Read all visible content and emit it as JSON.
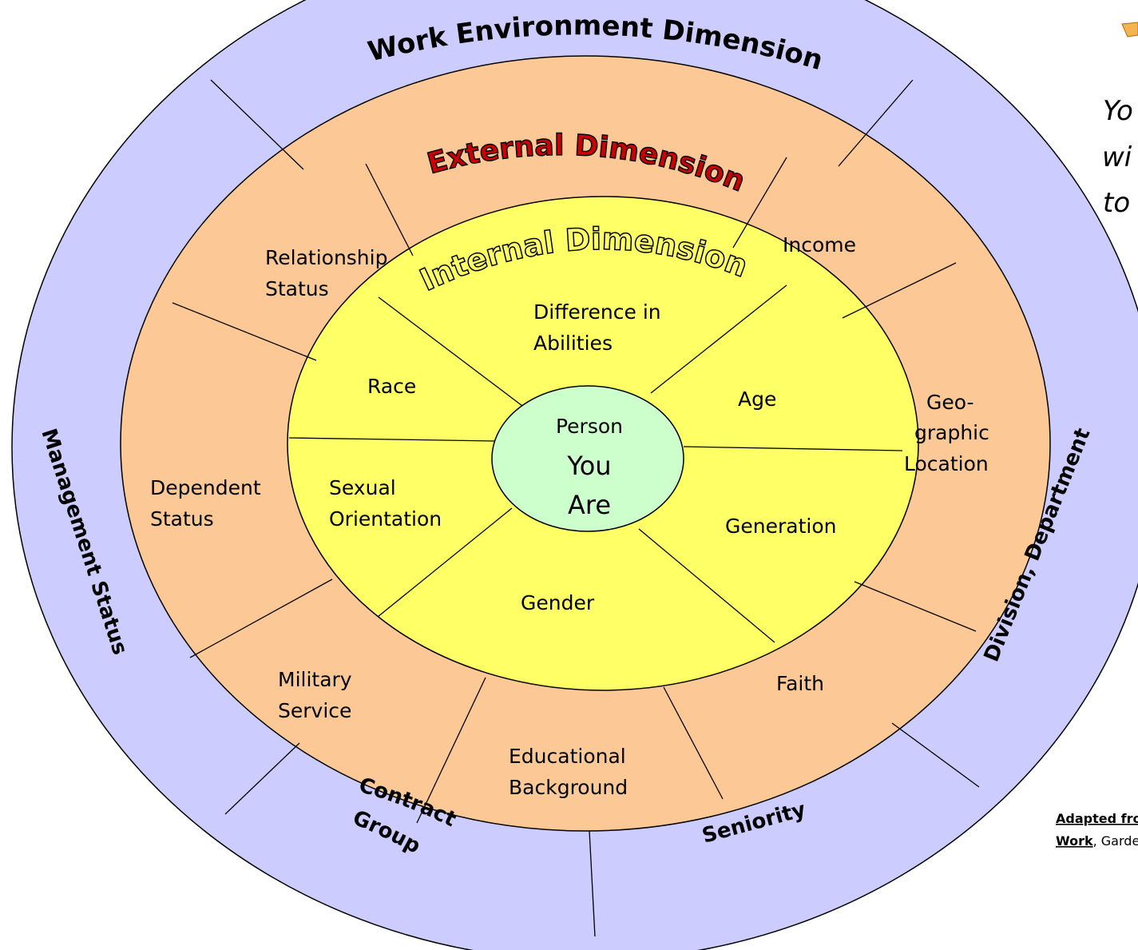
{
  "colors": {
    "outer_ring": "#ccccff",
    "external_ring": "#fbc896",
    "internal_ring": "#ffff66",
    "center": "#ccffcc",
    "stroke": "#000000"
  },
  "rings": {
    "work_environment": "Work Environment Dimension",
    "external": "External Dimension",
    "internal": "Internal Dimension"
  },
  "center": {
    "line1": "Person",
    "line2": "You",
    "line3": "Are"
  },
  "internal": {
    "abilities": {
      "line1": "Difference in",
      "line2": "Abilities"
    },
    "race": "Race",
    "age": "Age",
    "sexual_orientation": {
      "line1": "Sexual",
      "line2": "Orientation"
    },
    "generation": "Generation",
    "gender": "Gender"
  },
  "external": {
    "relationship": {
      "line1": "Relationship",
      "line2": "Status"
    },
    "income": "Income",
    "geographic": {
      "line1": "Geo-",
      "line2": "graphic",
      "line3": "Location"
    },
    "dependent": {
      "line1": "Dependent",
      "line2": "Status"
    },
    "military": {
      "line1": "Military",
      "line2": "Service"
    },
    "educational": {
      "line1": "Educational",
      "line2": "Background"
    },
    "faith": "Faith"
  },
  "work": {
    "management": "Management Status",
    "division": "Division, Department",
    "contract": {
      "line1": "Contract",
      "line2": "Group"
    },
    "seniority": "Seniority"
  },
  "side": {
    "line1": "Yo",
    "line2": "wi",
    "line3": "to"
  },
  "credit": {
    "line1": "Adapted fro",
    "line2_bold": "Work",
    "line2_rest": ", Garde"
  }
}
